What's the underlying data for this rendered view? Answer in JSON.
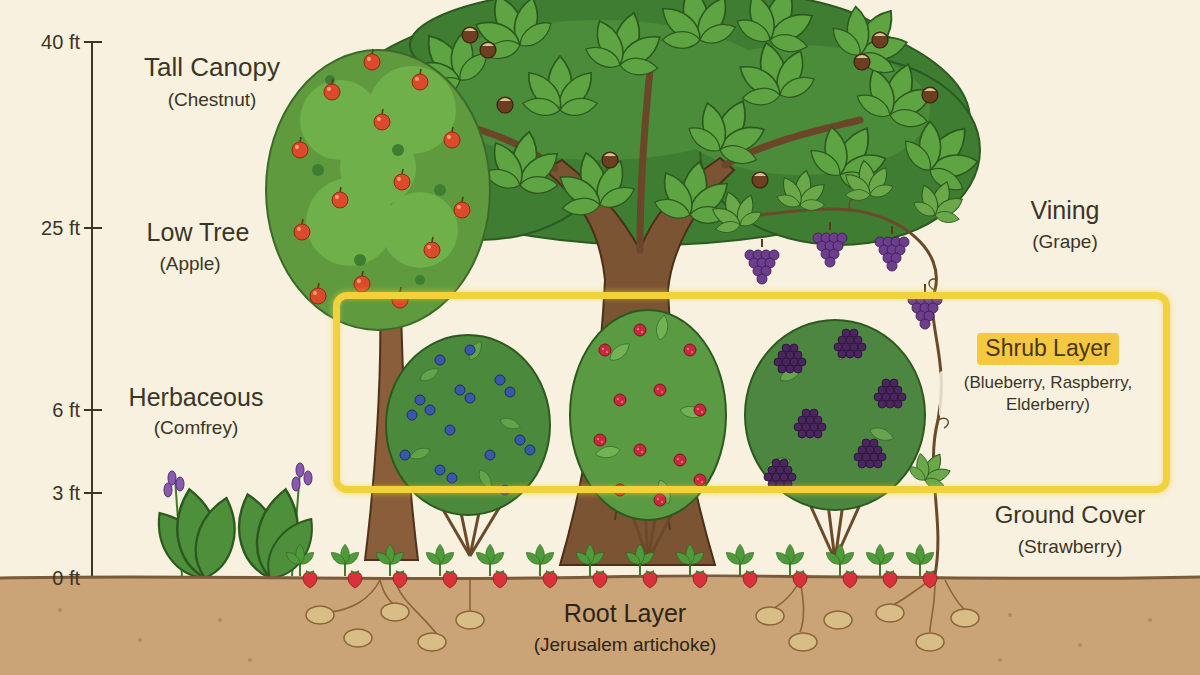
{
  "diagram": {
    "nodes": [
      {
        "text": [
          "Shrub Layer",
          "(Blueberry, Raspberry, Elderberry)"
        ]
      }
    ],
    "labels": [
      "40 ft",
      "25 ft",
      "6 ft",
      "3 ft",
      "0 ft",
      "Tall Canopy",
      "(Chestnut)",
      "Low Tree",
      "(Apple)",
      "Herbaceous",
      "(Comfrey)",
      "Vining",
      "(Grape)",
      "Ground Cover",
      "(Strawberry)",
      "Root Layer",
      "(Jerusalem artichoke)"
    ]
  }
}
